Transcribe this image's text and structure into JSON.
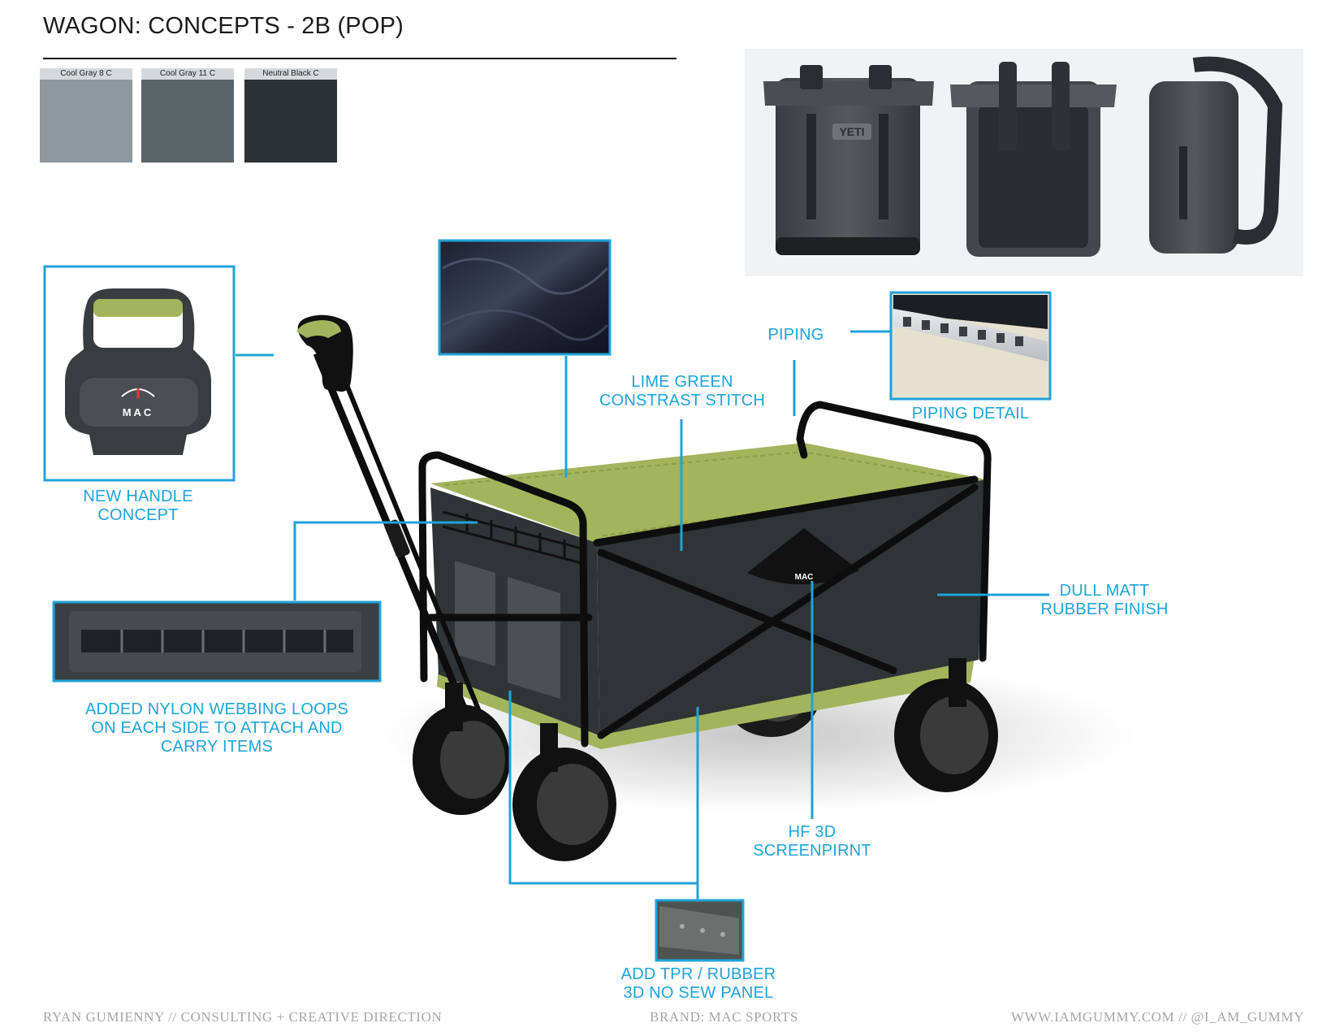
{
  "header": {
    "title": "WAGON: CONCEPTS - 2B (POP)"
  },
  "swatches": [
    {
      "name": "Cool Gray 8 C",
      "color": "#8f989f"
    },
    {
      "name": "Cool Gray 11 C",
      "color": "#5b6469"
    },
    {
      "name": "Neutral Black C",
      "color": "#2b3335"
    }
  ],
  "callouts": {
    "new_handle": [
      "NEW HANDLE",
      "CONCEPT"
    ],
    "webbing": [
      "ADDED NYLON WEBBING LOOPS",
      "ON EACH SIDE TO ATTACH AND",
      "CARRY ITEMS"
    ],
    "lime_stitch": [
      "LIME GREEN",
      "CONSTRAST STITCH"
    ],
    "piping": [
      "PIPING"
    ],
    "piping_detail": [
      "PIPING DETAIL"
    ],
    "dull_matt": [
      "DULL MATT",
      "RUBBER FINISH"
    ],
    "hf_screenprint": [
      "HF 3D",
      "SCREENPIRNT"
    ],
    "tpr_panel": [
      "ADD TPR / RUBBER",
      "3D NO SEW PANEL"
    ]
  },
  "logos": {
    "handle_logo": "MAC",
    "bag_logo": "YETI",
    "wagon_logo": "MAC"
  },
  "footer": {
    "left": "RYAN GUMIENNY // CONSULTING + CREATIVE DIRECTION",
    "center": "BRAND: MAC SPORTS",
    "right": "WWW.IAMGUMMY.COM // @I_AM_GUMMY"
  },
  "colors": {
    "accent": "#1fa3d8",
    "lime": "#a3b45c",
    "wagon_body": "#2f3436",
    "frame": "#0d0d0d"
  }
}
